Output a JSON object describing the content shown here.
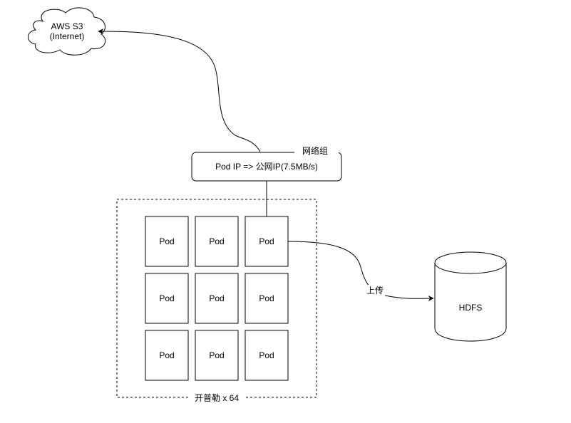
{
  "cloud": {
    "line1": "AWS S3",
    "line2": "(Internet)"
  },
  "network_group": {
    "label": "网络组",
    "text": "Pod IP => 公网IP(7.5MB/s)"
  },
  "cluster": {
    "label": "开普勒 x 64",
    "pods": [
      "Pod",
      "Pod",
      "Pod",
      "Pod",
      "Pod",
      "Pod",
      "Pod",
      "Pod",
      "Pod"
    ]
  },
  "upload": {
    "label": "上传"
  },
  "storage": {
    "label": "HDFS"
  }
}
